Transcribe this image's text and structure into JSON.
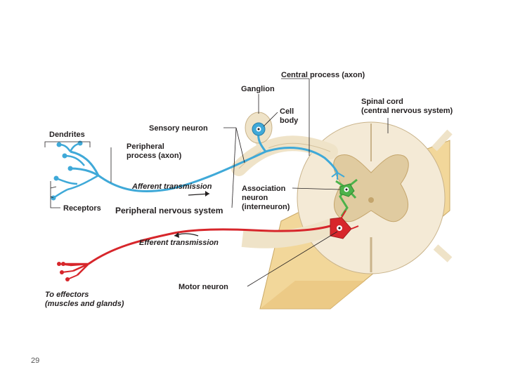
{
  "labels": {
    "central_process": "Central process (axon)",
    "ganglion": "Ganglion",
    "cell_body_line1": "Cell",
    "cell_body_line2": "body",
    "spinal_cord_line1": "Spinal cord",
    "spinal_cord_line2": "(central nervous system)",
    "dendrites": "Dendrites",
    "sensory_neuron": "Sensory neuron",
    "peripheral_process_line1": "Peripheral",
    "peripheral_process_line2": "process (axon)",
    "afferent_transmission": "Afferent transmission",
    "association_line1": "Association",
    "association_line2": "neuron",
    "association_line3": "(interneuron)",
    "receptors": "Receptors",
    "pns": "Peripheral nervous system",
    "efferent_transmission": "Efferent transmission",
    "motor_neuron": "Motor neuron",
    "to_effectors_line1": "To effectors",
    "to_effectors_line2": "(muscles and glands)"
  },
  "page_number": "29",
  "colors": {
    "sensory": "#3fa9d8",
    "motor": "#d7262b",
    "interneuron": "#4cb24a",
    "white_matter": "#f4ead6",
    "gray_matter": "#e0cba0",
    "cord_side": "#f2d79a",
    "nerve": "#efe3c8"
  }
}
